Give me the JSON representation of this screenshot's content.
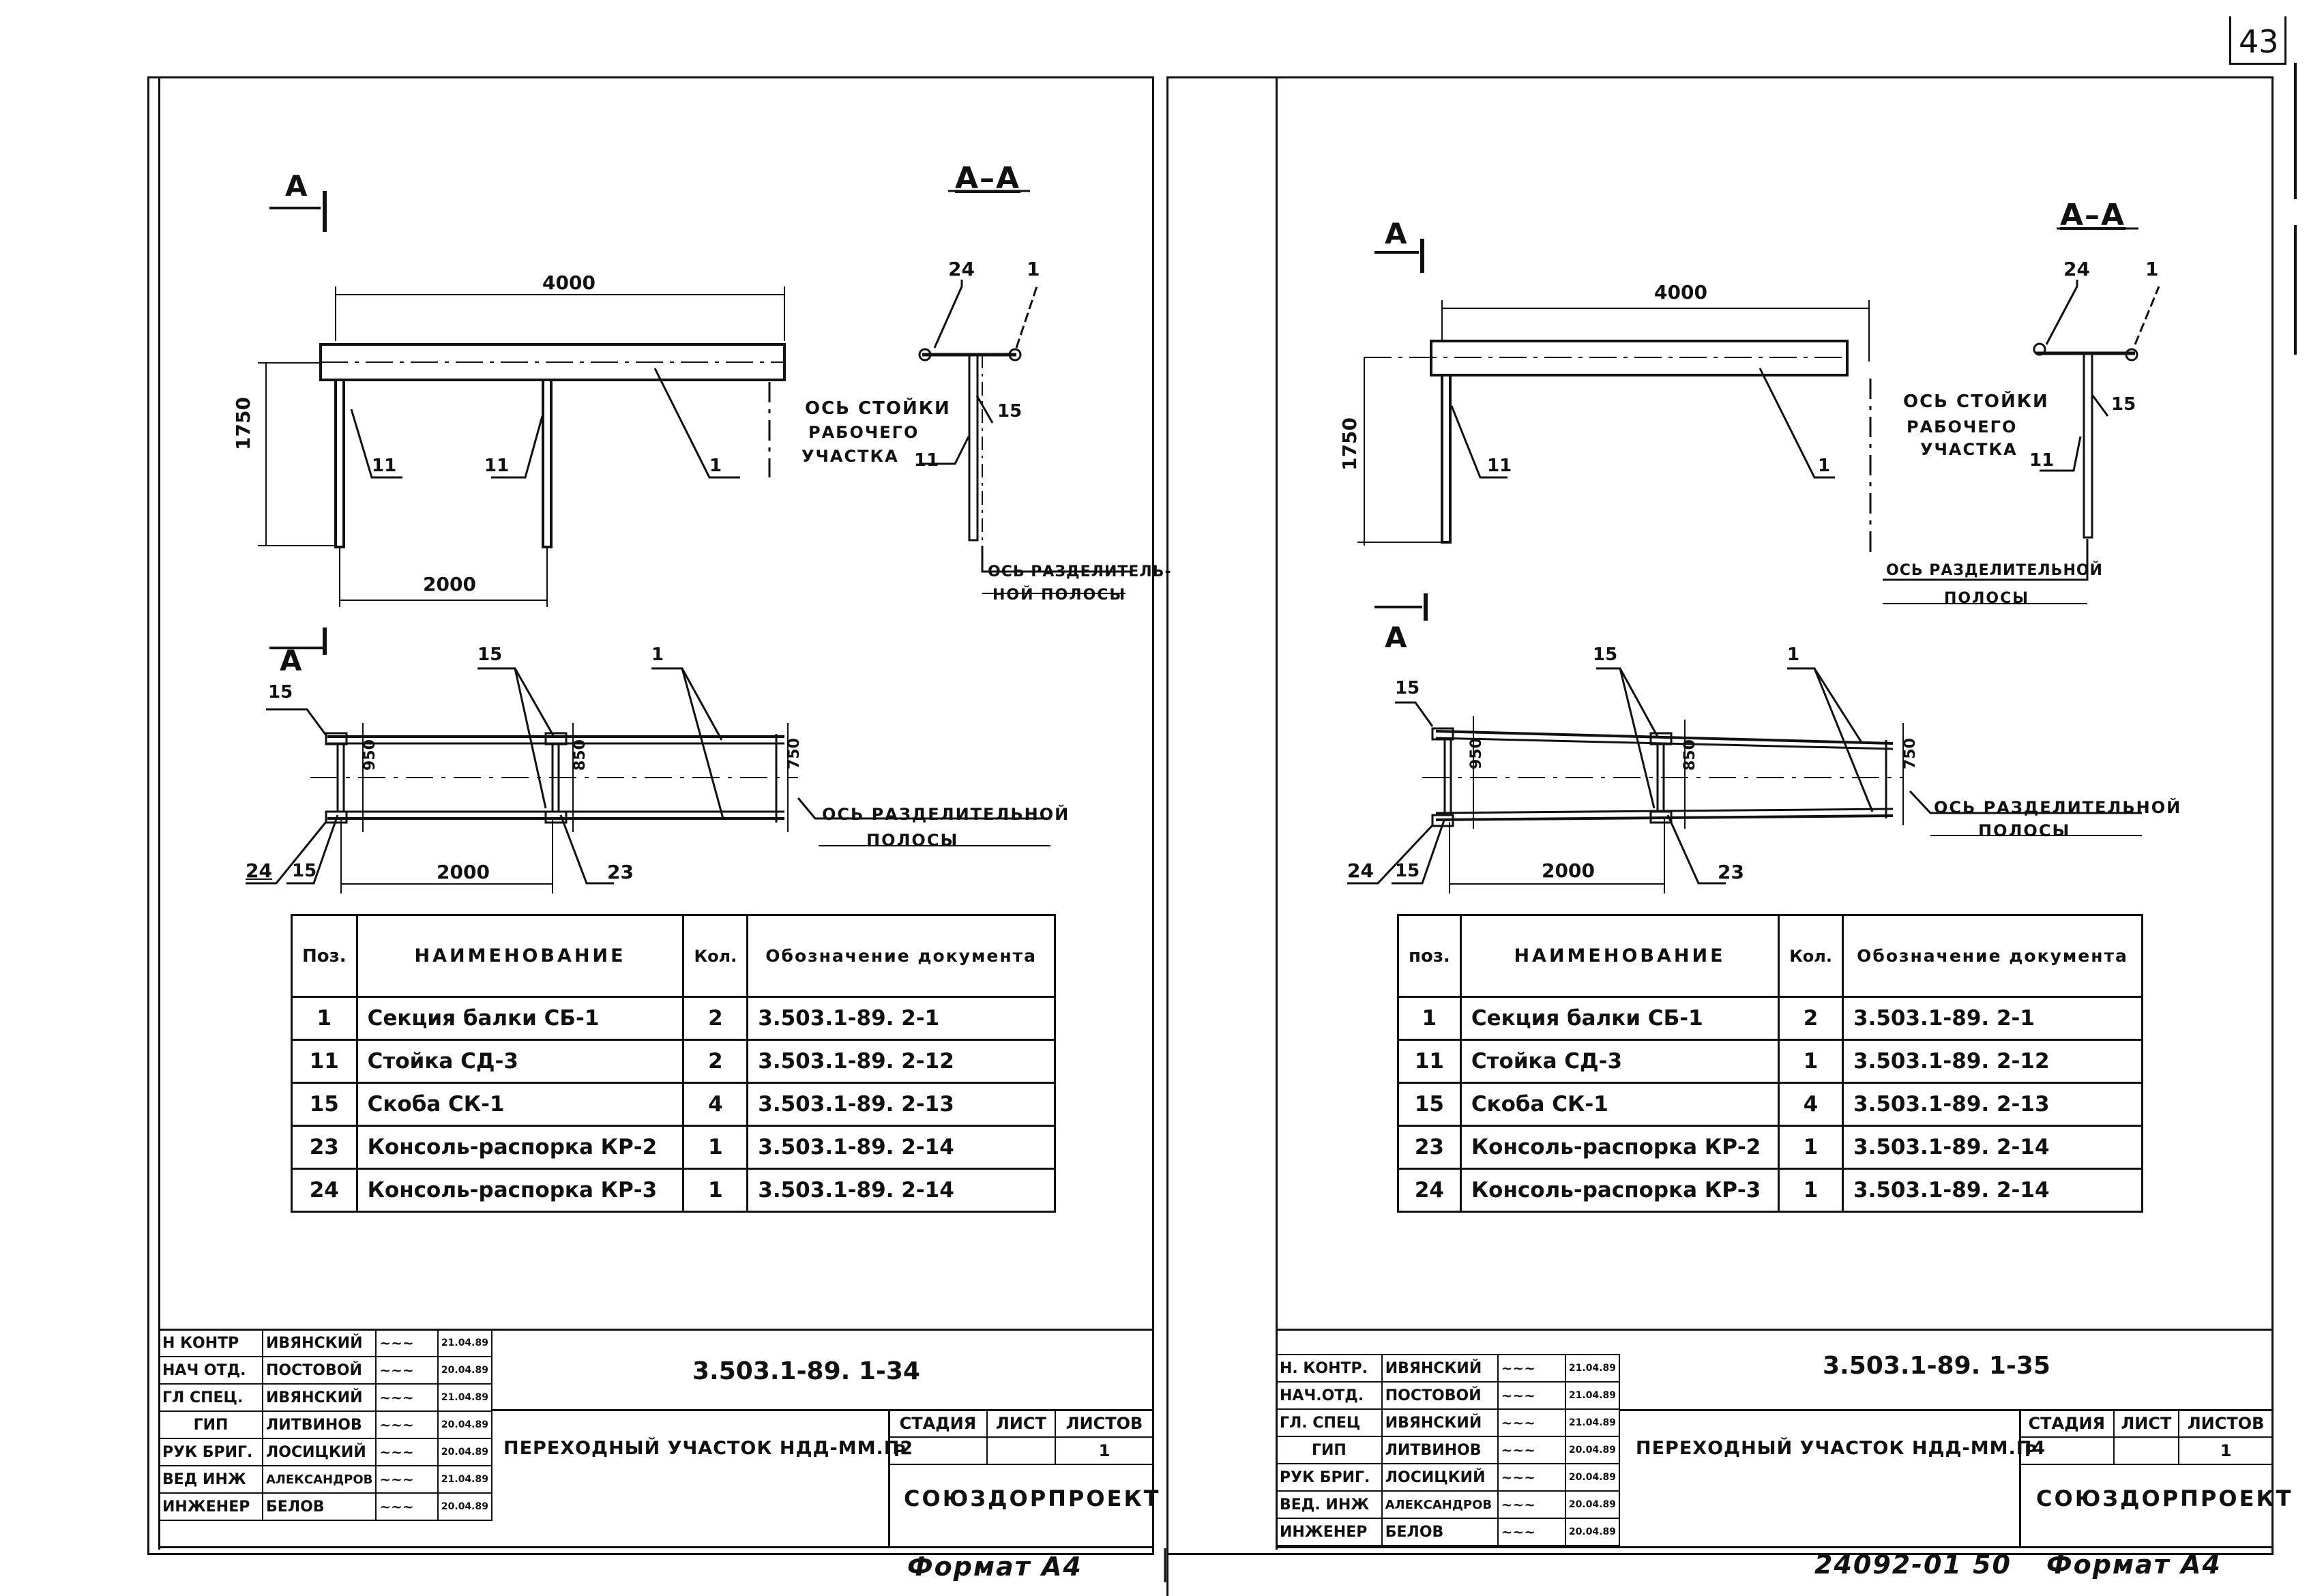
{
  "page_number": "43",
  "footer": {
    "format_left": "Формат А4",
    "code_right": "24092-01 50",
    "format_right": "Формат А4"
  },
  "sheets": [
    {
      "section_a": "А",
      "section_title": "А–А",
      "dims": {
        "span": "4000",
        "height": "1750",
        "spacing_elev": "2000",
        "spacing_plan": "2000",
        "w1": "950",
        "w2": "850",
        "w3": "750"
      },
      "marks": {
        "p24": "24",
        "p1": "1",
        "p15": "15",
        "p11a": "11",
        "p11b": "11",
        "p1b": "1",
        "p11c": "11",
        "plan15a": "15",
        "plan15b": "15",
        "plan1": "1",
        "plan24": "24",
        "plan15c": "15",
        "plan23": "23"
      },
      "notes": {
        "post_axis": "ОСЬ СТОЙКИ",
        "post_axis2": "РАБОЧЕГО",
        "post_axis3": "УЧАСТКА",
        "div_axis": "ОСЬ РАЗДЕЛИТЕЛЬ-",
        "div_axis2": "НОЙ ПОЛОСЫ",
        "plan_axis": "ОСЬ РАЗДЕЛИТЕЛЬНОЙ",
        "plan_axis2": "ПОЛОСЫ"
      },
      "table": {
        "headers": [
          "Поз.",
          "НАИМЕНОВАНИЕ",
          "Кол.",
          "Обозначение документа"
        ],
        "rows": [
          [
            "1",
            "Секция балки СБ-1",
            "2",
            "3.503.1-89. 2-1"
          ],
          [
            "11",
            "Стойка СД-3",
            "2",
            "3.503.1-89. 2-12"
          ],
          [
            "15",
            "Скоба СК-1",
            "4",
            "3.503.1-89. 2-13"
          ],
          [
            "23",
            "Консоль-распорка КР-2",
            "1",
            "3.503.1-89. 2-14"
          ],
          [
            "24",
            "Консоль-распорка КР-3",
            "1",
            "3.503.1-89. 2-14"
          ]
        ]
      },
      "title_block": {
        "doc_code": "3.503.1-89. 1-34",
        "title": "ПЕРЕХОДНЫЙ УЧАСТОК НДД-ММ.П2",
        "stage_h": "СТАДИЯ",
        "sheet_h": "ЛИСТ",
        "sheets_h": "ЛИСТОВ",
        "stage": "Р",
        "sheet": "",
        "sheets": "1",
        "org": "СОЮЗДОРПРОЕКТ",
        "people": [
          {
            "role": "Н КОНТР",
            "name": "ИВЯНСКИЙ",
            "date": "21.04.89"
          },
          {
            "role": "НАЧ ОТД.",
            "name": "ПОСТОВОЙ",
            "date": "20.04.89"
          },
          {
            "role": "ГЛ СПЕЦ.",
            "name": "ИВЯНСКИЙ",
            "date": "21.04.89"
          },
          {
            "role": "ГИП",
            "name": "ЛИТВИНОВ",
            "date": "20.04.89"
          },
          {
            "role": "РУК БРИГ.",
            "name": "ЛОСИЦКИЙ",
            "date": "20.04.89"
          },
          {
            "role": "ВЕД ИНЖ",
            "name": "АЛЕКСАНДРОВ",
            "date": "21.04.89"
          },
          {
            "role": "ИНЖЕНЕР",
            "name": "БЕЛОВ",
            "date": "20.04.89"
          }
        ]
      }
    },
    {
      "section_a": "А",
      "section_title": "А–А",
      "dims": {
        "span": "4000",
        "height": "1750",
        "spacing_plan": "2000",
        "w1": "950",
        "w2": "850",
        "w3": "750"
      },
      "marks": {
        "p24": "24",
        "p1": "1",
        "p15": "15",
        "p11a": "11",
        "p1b": "1",
        "p11c": "11",
        "plan15a": "15",
        "plan15b": "15",
        "plan1": "1",
        "plan24": "24",
        "plan15c": "15",
        "plan23": "23"
      },
      "notes": {
        "post_axis": "ОСЬ СТОЙКИ",
        "post_axis2": "РАБОЧЕГО",
        "post_axis3": "УЧАСТКА",
        "div_axis": "ОСЬ РАЗДЕЛИТЕЛЬНОЙ",
        "div_axis2": "ПОЛОСЫ",
        "plan_axis": "ОСЬ РАЗДЕЛИТЕЛЬНОЙ",
        "plan_axis2": "ПОЛОСЫ"
      },
      "table": {
        "headers": [
          "поз.",
          "НАИМЕНОВАНИЕ",
          "Кол.",
          "Обозначение документа"
        ],
        "rows": [
          [
            "1",
            "Секция балки СБ-1",
            "2",
            "3.503.1-89. 2-1"
          ],
          [
            "11",
            "Стойка СД-3",
            "1",
            "3.503.1-89. 2-12"
          ],
          [
            "15",
            "Скоба СК-1",
            "4",
            "3.503.1-89. 2-13"
          ],
          [
            "23",
            "Консоль-распорка КР-2",
            "1",
            "3.503.1-89. 2-14"
          ],
          [
            "24",
            "Консоль-распорка КР-3",
            "1",
            "3.503.1-89. 2-14"
          ]
        ]
      },
      "title_block": {
        "doc_code": "3.503.1-89. 1-35",
        "title": "ПЕРЕХОДНЫЙ УЧАСТОК НДД-ММ.П4",
        "stage_h": "СТАДИЯ",
        "sheet_h": "ЛИСТ",
        "sheets_h": "ЛИСТОВ",
        "stage": "Р",
        "sheet": "",
        "sheets": "1",
        "org": "СОЮЗДОРПРОЕКТ",
        "people": [
          {
            "role": "Н. КОНТР.",
            "name": "ИВЯНСКИЙ",
            "date": "21.04.89"
          },
          {
            "role": "НАЧ.ОТД.",
            "name": "ПОСТОВОЙ",
            "date": "21.04.89"
          },
          {
            "role": "ГЛ. СПЕЦ",
            "name": "ИВЯНСКИЙ",
            "date": "21.04.89"
          },
          {
            "role": "ГИП",
            "name": "ЛИТВИНОВ",
            "date": "20.04.89"
          },
          {
            "role": "РУК БРИГ.",
            "name": "ЛОСИЦКИЙ",
            "date": "20.04.89"
          },
          {
            "role": "ВЕД. ИНЖ",
            "name": "АЛЕКСАНДРОВ",
            "date": "20.04.89"
          },
          {
            "role": "ИНЖЕНЕР",
            "name": "БЕЛОВ",
            "date": "20.04.89"
          }
        ]
      }
    }
  ]
}
